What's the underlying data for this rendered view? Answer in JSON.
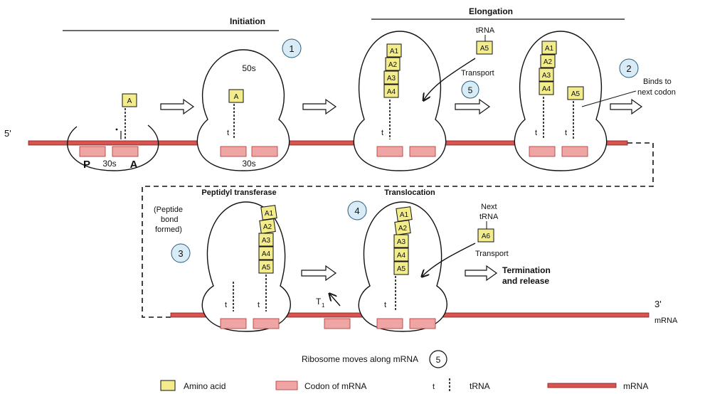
{
  "colors": {
    "mrna": "#d9534f",
    "codon": "#f0a5a5",
    "amino_acid": "#f3ec8a",
    "step_circle": "#d7ecf6",
    "outline": "#111111"
  },
  "headers": {
    "initiation": "Initiation",
    "elongation": "Elongation",
    "peptidyl_transferase": "Peptidyl transferase",
    "translocation": "Translocation"
  },
  "labels": {
    "five_prime": "5'",
    "three_prime": "3'",
    "mrna_end": "mRNA",
    "p_site": "P",
    "a_site": "A",
    "ribosome_30s_left": "30s",
    "ribosome_50s": "50s",
    "ribosome_30s": "30s",
    "trna_top": "tRNA",
    "transport_top": "Transport",
    "binds_line1": "Binds to",
    "binds_line2": "next codon",
    "peptide_line1": "(Peptide",
    "peptide_line2": "bond",
    "peptide_line3": "formed)",
    "next_trna_line1": "Next",
    "next_trna_line2": "tRNA",
    "transport_bottom": "Transport",
    "termination_line1": "Termination",
    "termination_line2": "and release",
    "t1": "T",
    "t1_sub": "1",
    "ribosome_moves": "Ribosome moves along mRNA",
    "trna_mark": "t"
  },
  "steps": {
    "s1": "1",
    "s2": "2",
    "s3": "3",
    "s4": "4",
    "s5_top": "5",
    "s5_bottom": "5"
  },
  "amino_acids": {
    "free": "A",
    "a1": "A1",
    "a2": "A2",
    "a3": "A3",
    "a4": "A4",
    "a5": "A5",
    "a6": "A6"
  },
  "legend": {
    "amino_acid": "Amino acid",
    "codon": "Codon of mRNA",
    "trna_symbol": "t",
    "trna": "tRNA",
    "mrna": "mRNA"
  }
}
